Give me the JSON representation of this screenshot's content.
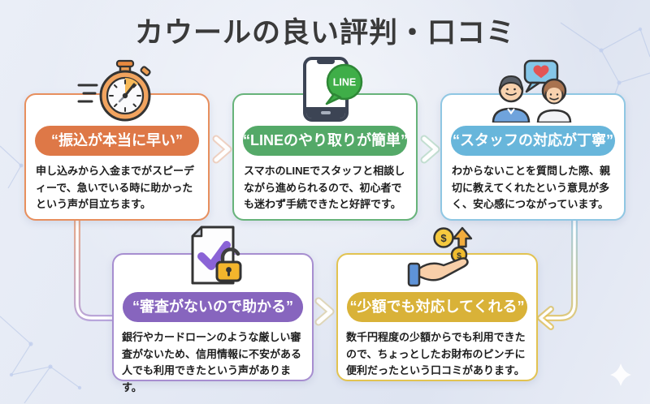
{
  "title": "カウールの良い評判・口コミ",
  "cards": [
    {
      "id": "fast-transfer",
      "icon": "stopwatch-icon",
      "badge": "“振込が本当に早い”",
      "body": "申し込みから入金までがスピーディーで、急いでいる時に助かったという声が目立ちます。",
      "accent": "#DE7847"
    },
    {
      "id": "line-easy",
      "icon": "phone-line-icon",
      "icon_label": "LINE",
      "badge": "“LINEのやり取りが簡単”",
      "body": "スマホのLINEでスタッフと相談しながら進められるので、初心者でも迷わず手続できたと好評です。",
      "accent": "#54A968"
    },
    {
      "id": "polite-staff",
      "icon": "couple-heart-icon",
      "badge": "“スタッフの対応が丁寧”",
      "body": "わからないことを質問した際、親切に教えてくれたという意見が多く、安心感につながっています。",
      "accent": "#68B6DB"
    },
    {
      "id": "no-screening",
      "icon": "document-check-lock-icon",
      "badge": "“審査がないので助かる”",
      "body": "銀行やカードローンのような厳しい審査がないため、信用情報に不安がある人でも利用できたという声があります。",
      "accent": "#8765BE"
    },
    {
      "id": "small-amount",
      "icon": "hand-coins-icon",
      "coin_symbol": "$",
      "badge": "“少額でも対応してくれる”",
      "body": "数千円程度の少額からでも利用できたので、ちょっとしたお財布のピンチに便利だったという口コミがあります。",
      "accent": "#D9B238"
    }
  ]
}
